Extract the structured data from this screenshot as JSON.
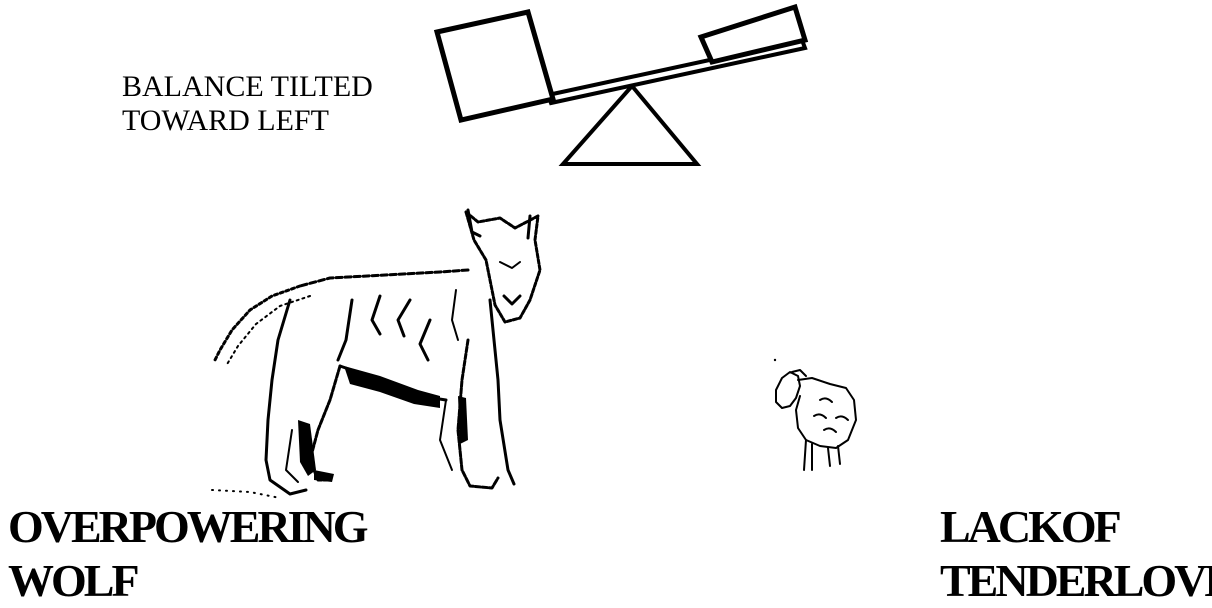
{
  "caption": {
    "line1": "BALANCE TILTED",
    "line2": "TOWARD  LEFT"
  },
  "left_label": {
    "line1": "OVERPOWERING",
    "line2": "WOLF"
  },
  "right_label": {
    "line1": "LACKOF",
    "line2": "TENDERLOVE"
  },
  "colors": {
    "ink": "#000000",
    "background": "#ffffff"
  },
  "icons": [
    "seesaw-balance-icon",
    "wolf-illustration",
    "lamb-illustration"
  ]
}
